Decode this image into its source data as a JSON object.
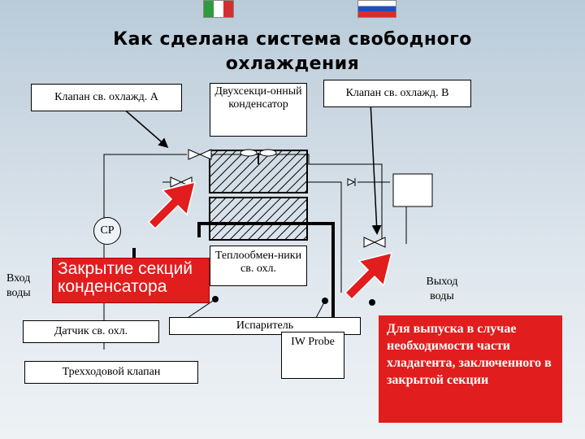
{
  "title": "Как сделана система свободного охлаждения",
  "labels": {
    "valve_a": "Клапан св. охлажд. А",
    "condenser": "Двухсекци-онный конденсатор",
    "valve_b": "Клапан св. охлажд. В",
    "cp": "СР",
    "water_in": "Вход воды",
    "water_out": "Выход воды",
    "heat_exchangers": "Теплообмен-ники св. охл.",
    "evaporator": "Испаритель",
    "iw_probe": "IW Probe",
    "free_cooling_sensor": "Датчик св. охл.",
    "three_way_valve": "Трехходовой клапан"
  },
  "callouts": {
    "closing_sections": "Закрытие секций конденсатора",
    "note": "Для выпуска в случае необходимости части хладагента, заключенного в закрытой секции"
  },
  "colors": {
    "accent": "#e11d1d",
    "background": "#cdd9e3"
  }
}
